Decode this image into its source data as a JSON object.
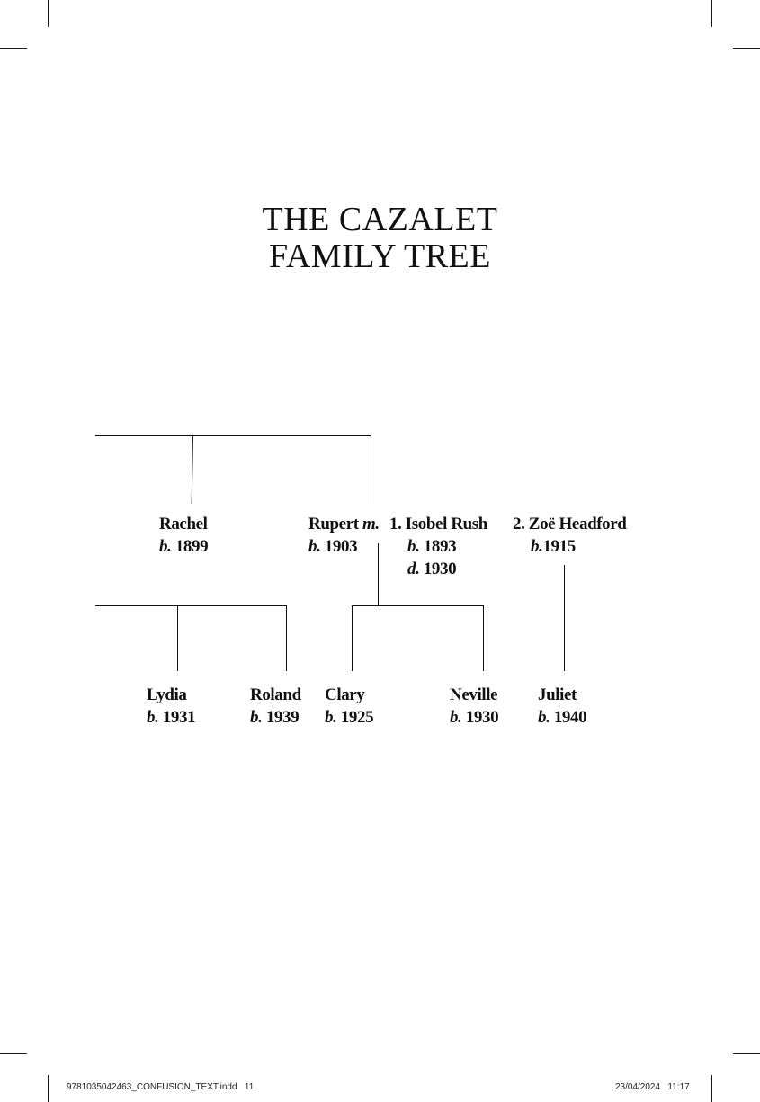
{
  "title": {
    "line1": "THE CAZALET",
    "line2": "FAMILY TREE"
  },
  "generation1": {
    "rachel": {
      "name": "Rachel",
      "birth_prefix": "b.",
      "birth_year": "1899"
    },
    "rupert": {
      "name": "Rupert",
      "marriage_prefix": "m.",
      "birth_prefix": "b.",
      "birth_year": "1903"
    },
    "isobel": {
      "name": "1. Isobel Rush",
      "birth_prefix": "b.",
      "birth_year": "1893",
      "death_prefix": "d.",
      "death_year": "1930"
    },
    "zoe": {
      "name": "2. Zoë Headford",
      "birth_prefix": "b.",
      "birth_year": "1915"
    }
  },
  "generation2": {
    "lydia": {
      "name": "Lydia",
      "birth_prefix": "b.",
      "birth_year": "1931"
    },
    "roland": {
      "name": "Roland",
      "birth_prefix": "b.",
      "birth_year": "1939"
    },
    "clary": {
      "name": "Clary",
      "birth_prefix": "b.",
      "birth_year": "1925"
    },
    "neville": {
      "name": "Neville",
      "birth_prefix": "b.",
      "birth_year": "1930"
    },
    "juliet": {
      "name": "Juliet",
      "birth_prefix": "b.",
      "birth_year": "1940"
    }
  },
  "slug": {
    "file": "9781035042463_CONFUSION_TEXT.indd",
    "page": "11",
    "date": "23/04/2024",
    "time": "11:17"
  }
}
